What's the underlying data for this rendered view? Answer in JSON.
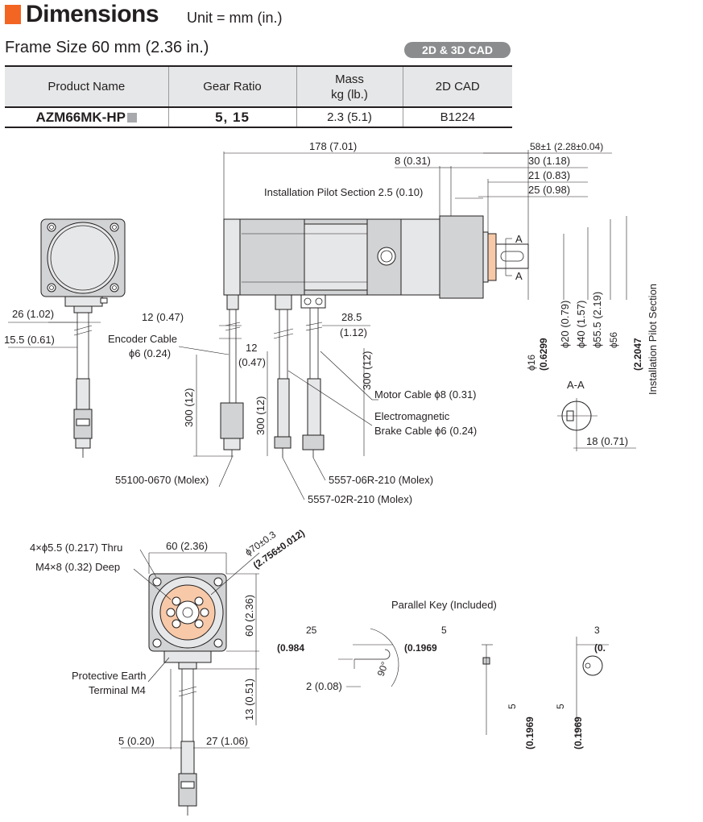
{
  "header": {
    "title": "Dimensions",
    "unit": "Unit = mm (in.)",
    "frame_size": "Frame Size 60 mm (2.36 in.)",
    "cad_badge": "2D & 3D CAD",
    "accent_color": "#f26522"
  },
  "table": {
    "headers": {
      "product": "Product Name",
      "gear": "Gear Ratio",
      "mass_1": "Mass",
      "mass_2": "kg (lb.)",
      "cad": "2D CAD"
    },
    "row": {
      "product": "AZM66MK-HP",
      "gear": "5, 15",
      "mass": "2.3 (5.1)",
      "cad": "B1224"
    }
  },
  "dims": {
    "d178": "178 (7.01)",
    "d58": "58±1 (2.28±0.04)",
    "d8": "8 (0.31)",
    "d30": "30 (1.18)",
    "d21": "21 (0.83)",
    "d25": "25 (0.98)",
    "pilot_len": "Installation Pilot Section 2.5 (0.10)",
    "d26": "26 (1.02)",
    "d155": "15.5 (0.61)",
    "d12a": "12 (0.47)",
    "d12b": "12",
    "d12b_in": "(0.47)",
    "d285": "28.5",
    "d285_in": "(1.12)",
    "d300": "300 (12)",
    "encoder_1": "Encoder Cable",
    "encoder_2": "ϕ6 (0.24)",
    "motor_cable": "Motor Cable ϕ8 (0.31)",
    "brake_1": "Electromagnetic",
    "brake_2": "Brake Cable ϕ6 (0.24)",
    "conn1": "55100-0670 (Molex)",
    "conn2": "5557-06R-210 (Molex)",
    "conn3": "5557-02R-210 (Molex)",
    "sec_a": "A",
    "sec_aa": "A-A",
    "d18": "18 (0.71)",
    "dia16": "ϕ16",
    "dia16_in": "(0.6299",
    "dia20": "ϕ20 (0.79)",
    "dia40": "ϕ40 (1.57)",
    "dia555": "ϕ55.5 (2.19)",
    "dia56": "ϕ56",
    "dia56_in": "(2.2047",
    "pilot_sec": "Installation Pilot Section",
    "thru": "4×ϕ5.5 (0.217) Thru",
    "deep": "M4×8 (0.32) Deep",
    "d60": "60 (2.36)",
    "dia70": "ϕ70±0.3",
    "dia70_in": "(2.756±0.012)",
    "pe_1": "Protective Earth",
    "pe_2": "Terminal M4",
    "d13": "13 (0.51)",
    "d5": "5 (0.20)",
    "d27": "27 (1.06)",
    "key_title": "Parallel Key (Included)",
    "k25": "25",
    "k25_in": "(0.984",
    "k5": "5",
    "k5_in": "(0.1969",
    "k2": "2 (0.08)",
    "k90": "90°",
    "k3": "3",
    "k0": "(0."
  }
}
